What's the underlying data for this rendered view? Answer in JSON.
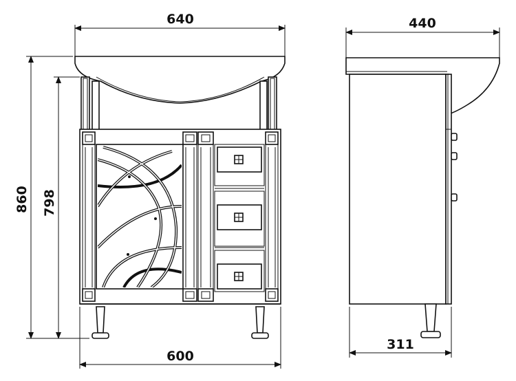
{
  "dimensions": {
    "front_width_top": "640",
    "side_depth_top": "440",
    "total_height": "860",
    "cabinet_height": "798",
    "front_width_bottom": "600",
    "side_depth_bottom": "311"
  }
}
